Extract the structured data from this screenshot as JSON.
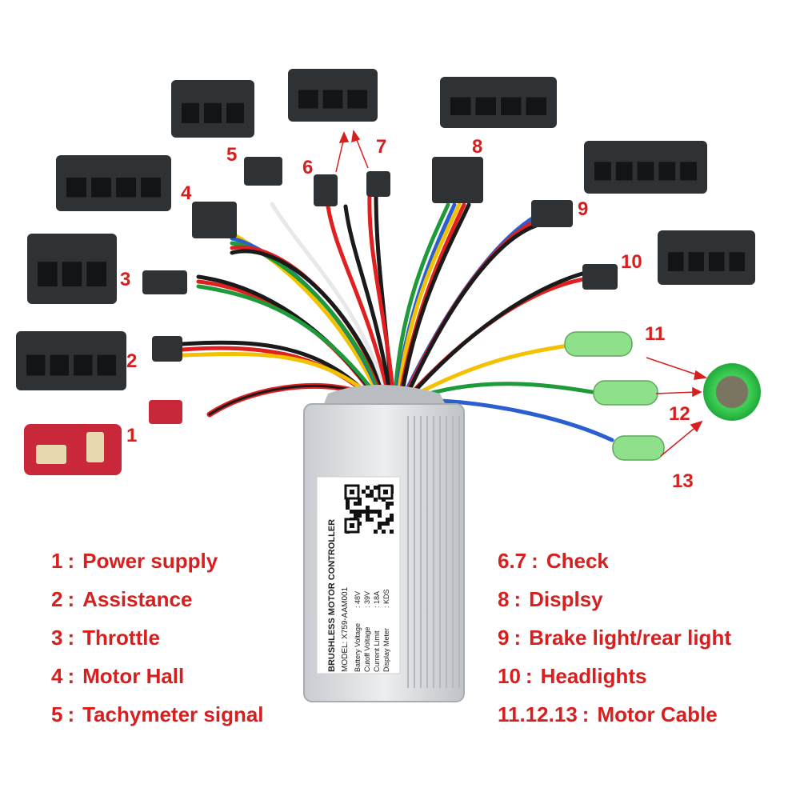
{
  "controller": {
    "title": "BRUSHLESS MOTOR CONTROLLER",
    "model": "MODEL: X759-AAM001",
    "specs": [
      {
        "name": "Battery Voltage",
        "value": ": 48V"
      },
      {
        "name": "Cutoff Voltage",
        "value": ": 39V"
      },
      {
        "name": "Current Limit",
        "value": ": 18A"
      },
      {
        "name": "Display Meter",
        "value": ": KDS"
      }
    ]
  },
  "callouts": [
    "1",
    "2",
    "3",
    "4",
    "5",
    "6",
    "7",
    "8",
    "9",
    "10",
    "11",
    "12",
    "13"
  ],
  "legend": {
    "left": [
      {
        "num": "1",
        "text": "Power supply"
      },
      {
        "num": "2",
        "text": "Assistance"
      },
      {
        "num": "3",
        "text": "Throttle"
      },
      {
        "num": "4",
        "text": "Motor Hall"
      },
      {
        "num": "5",
        "text": "Tachymeter signal"
      }
    ],
    "right": [
      {
        "num": "6.7",
        "text": "Check"
      },
      {
        "num": "8",
        "text": "Displsy"
      },
      {
        "num": "9",
        "text": "Brake light/rear light"
      },
      {
        "num": "10",
        "text": "Headlights"
      },
      {
        "num": "11.12.13",
        "text": "Motor Cable"
      }
    ]
  },
  "colors": {
    "label_red": "#d61f1f",
    "wire_red": "#e02020",
    "wire_yellow": "#f2c200",
    "wire_blue": "#2a5fd0",
    "wire_green": "#1f9a3a",
    "wire_black": "#1a1a1a",
    "wire_white": "#e8e8e8",
    "wire_gray": "#8a8a8a",
    "connector_dark": "#2e3235",
    "controller_body": "#d9dcdf",
    "bullet_green": "#8fe08a"
  }
}
